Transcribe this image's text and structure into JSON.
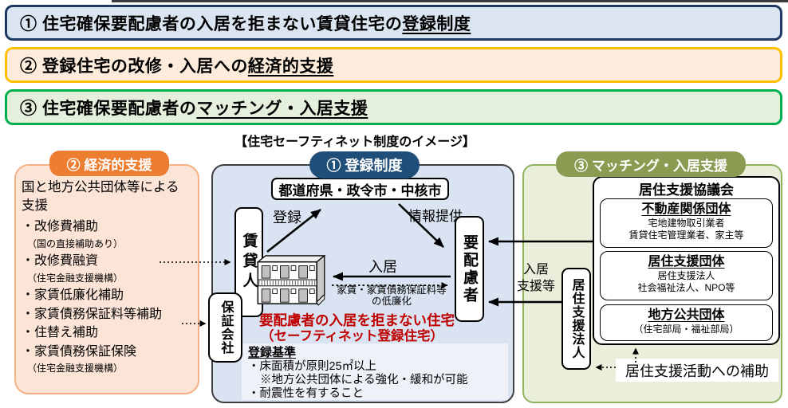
{
  "banners": [
    {
      "prefix": "① 住宅確保要配慮者の入居を拒まない賃貸住宅の",
      "underlined": "登録制度"
    },
    {
      "prefix": "② 登録住宅の改修・入居への",
      "underlined": "経済的支援"
    },
    {
      "prefix": "③ 住宅確保要配慮者の",
      "underlined": "マッチング・入居支援"
    }
  ],
  "diagram_title": "【住宅セーフティネット制度のイメージ】",
  "economic": {
    "badge": "② 経済的支援",
    "intro": "国と地方公共団体等による支援",
    "items": [
      "・改修費補助",
      "（国の直接補助あり）",
      "・改修費融資",
      "（住宅金融支援機構）",
      "・家賃低廉化補助",
      "・家賃債務保証料等補助",
      "・住替え補助",
      "・家賃債務保証保険",
      "（住宅金融支援機構）"
    ]
  },
  "registration": {
    "badge": "① 登録制度",
    "authority": "都道府県・政令市・中核市",
    "landlord": "賃貸人",
    "tenant": "要配慮者",
    "guarantee_company": "保証会社",
    "labels": {
      "register": "登録",
      "info_provision": "情報提供",
      "move_in": "入居",
      "rent_reduction_line1": "家賃・家賃債務保証料等",
      "rent_reduction_line2": "の低廉化"
    },
    "highlight_line1": "要配慮者の入居を拒まない住宅",
    "highlight_line2": "（セーフティネット登録住宅）",
    "criteria": {
      "title": "登録基準",
      "lines": [
        "・床面積が原則25㎡以上",
        "※地方公共団体による強化・緩和が可能",
        "・耐震性を有すること"
      ]
    }
  },
  "matching": {
    "badge": "③ マッチング・入居支援",
    "council_title": "居住支援協議会",
    "groups": [
      {
        "title": "不動産関係団体",
        "lines": [
          "宅地建物取引業者",
          "賃貸住宅管理業者、家主等"
        ]
      },
      {
        "title": "居住支援団体",
        "lines": [
          "居住支援法人",
          "社会福祉法人、NPO等"
        ]
      },
      {
        "title": "地方公共団体",
        "lines": [
          "（住宅部局・福祉部局）"
        ]
      }
    ],
    "support_corporation": "居住支援法人",
    "support_label_line1": "入居",
    "support_label_line2": "支援等",
    "subsidy_label": "居住支援活動への補助"
  },
  "colors": {
    "registration_accent": "#1F4E79",
    "economic_accent": "#ED7D31",
    "matching_accent": "#8A9B52",
    "banner1_border": "#1F3864",
    "banner2_border": "#FFC000",
    "banner3_border": "#00B050",
    "highlight_red": "#C00000"
  }
}
